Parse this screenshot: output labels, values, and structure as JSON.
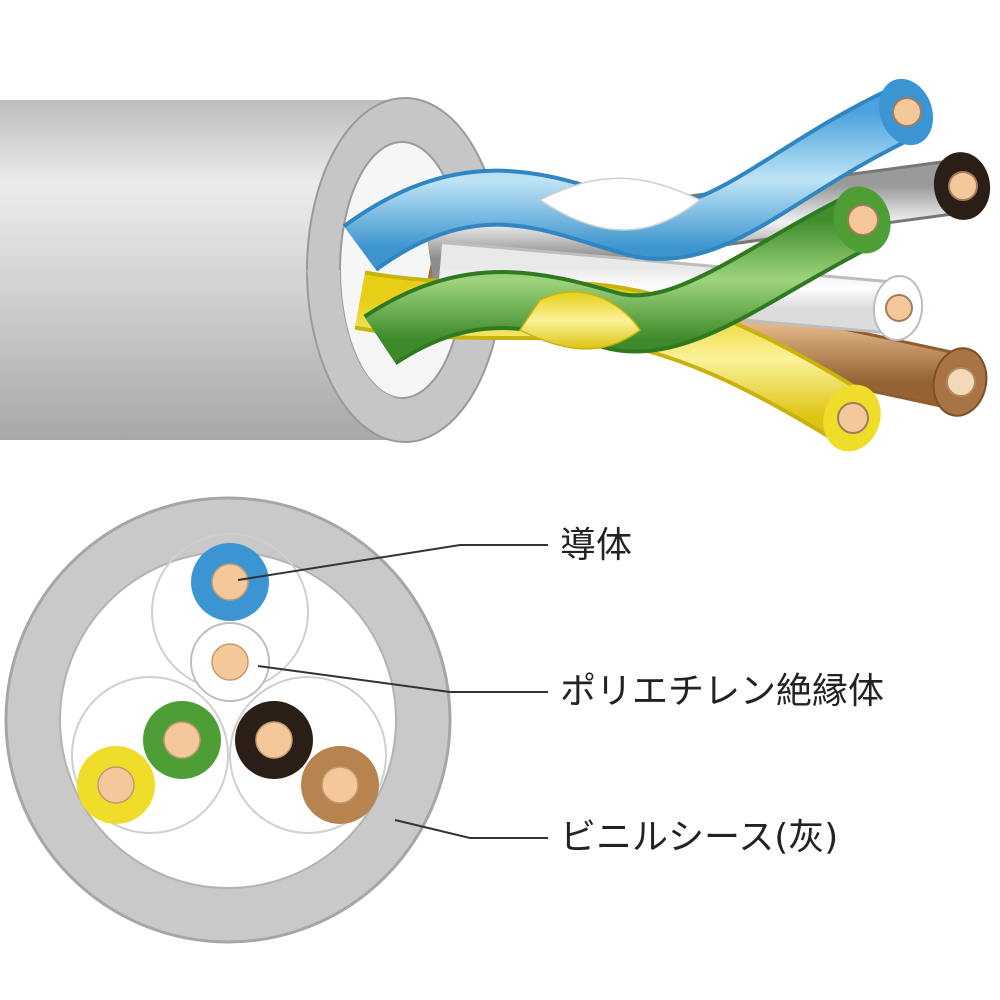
{
  "labels": {
    "conductor": "導体",
    "insulation": "ポリエチレン絶縁体",
    "sheath": "ビニルシース(灰)"
  },
  "colors": {
    "sheath": "#c9c9c9",
    "sheath_dark": "#a9a9a9",
    "blue": "#3b95d3",
    "light_blue": "#8fcbea",
    "white": "#ffffff",
    "green": "#4e9e36",
    "black": "#2b1e16",
    "grey_core": "#bcbcbc",
    "brown": "#b78450",
    "yellow": "#f0dd2a",
    "copper": "#f4c89a",
    "line": "#333333"
  }
}
